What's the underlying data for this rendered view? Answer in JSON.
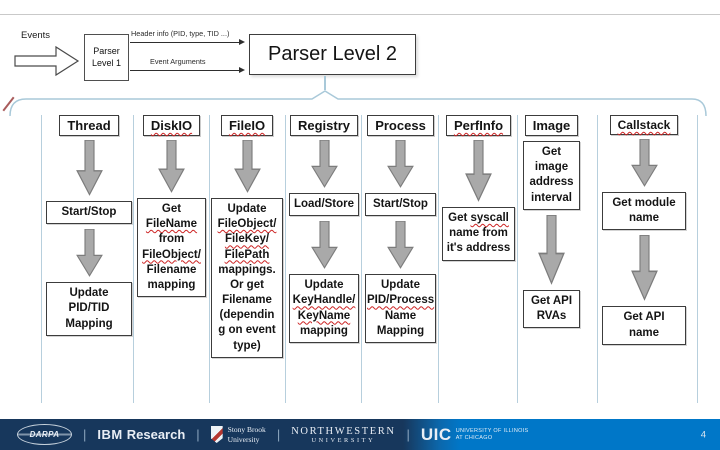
{
  "top_flow": {
    "events_label": "Events",
    "parser1_label": "Parser Level 1",
    "arrow1_label": "Header info (PID, type, TID ...)",
    "arrow2_label": "Event Arguments",
    "parser2_label": "Parser Level 2"
  },
  "columns": [
    {
      "id": "thread",
      "header": {
        "text": "Thread",
        "marked": false
      },
      "nodes": [
        {
          "type": "arrow"
        },
        {
          "type": "box",
          "lines": [
            [
              {
                "t": "Start/Stop"
              }
            ]
          ]
        },
        {
          "type": "arrow"
        },
        {
          "type": "box",
          "lines": [
            [
              {
                "t": "Update"
              }
            ],
            [
              {
                "t": "PID/TID"
              }
            ],
            [
              {
                "t": "Mapping"
              }
            ]
          ]
        }
      ]
    },
    {
      "id": "diskio",
      "header": {
        "text": "DiskIO",
        "marked": true
      },
      "nodes": [
        {
          "type": "arrow"
        },
        {
          "type": "box",
          "lines": [
            [
              {
                "t": "Get"
              }
            ],
            [
              {
                "t": "FileName",
                "m": true
              }
            ],
            [
              {
                "t": "from"
              }
            ],
            [
              {
                "t": "FileObject/",
                "m": true
              }
            ],
            [
              {
                "t": "Filename"
              }
            ],
            [
              {
                "t": "mapping"
              }
            ]
          ]
        }
      ]
    },
    {
      "id": "fileio",
      "header": {
        "text": "FileIO",
        "marked": true
      },
      "nodes": [
        {
          "type": "arrow"
        },
        {
          "type": "box",
          "lines": [
            [
              {
                "t": "Update"
              }
            ],
            [
              {
                "t": "FileObject/",
                "m": true
              }
            ],
            [
              {
                "t": "FileKey/",
                "m": true
              }
            ],
            [
              {
                "t": "FilePath",
                "m": true
              }
            ],
            [
              {
                "t": "mappings."
              }
            ],
            [
              {
                "t": "Or get"
              }
            ],
            [
              {
                "t": "Filename"
              }
            ],
            [
              {
                "t": "(dependin"
              }
            ],
            [
              {
                "t": "g on event"
              }
            ],
            [
              {
                "t": "type)"
              }
            ]
          ]
        }
      ]
    },
    {
      "id": "registry",
      "header": {
        "text": "Registry",
        "marked": false
      },
      "nodes": [
        {
          "type": "arrow"
        },
        {
          "type": "box",
          "lines": [
            [
              {
                "t": "Load/Store"
              }
            ]
          ]
        },
        {
          "type": "arrow"
        },
        {
          "type": "box",
          "lines": [
            [
              {
                "t": "Update"
              }
            ],
            [
              {
                "t": "KeyHandle/",
                "m": true
              }
            ],
            [
              {
                "t": "KeyName",
                "m": true
              }
            ],
            [
              {
                "t": "mapping"
              }
            ]
          ]
        }
      ]
    },
    {
      "id": "process",
      "header": {
        "text": "Process",
        "marked": false
      },
      "nodes": [
        {
          "type": "arrow"
        },
        {
          "type": "box",
          "lines": [
            [
              {
                "t": "Start/Stop"
              }
            ]
          ]
        },
        {
          "type": "arrow"
        },
        {
          "type": "box",
          "lines": [
            [
              {
                "t": "Update"
              }
            ],
            [
              {
                "t": "PID/Process",
                "m": true
              }
            ],
            [
              {
                "t": "Name"
              }
            ],
            [
              {
                "t": "Mapping"
              }
            ]
          ]
        }
      ]
    },
    {
      "id": "perfinfo",
      "header": {
        "text": "PerfInfo",
        "marked": true
      },
      "nodes": [
        {
          "type": "arrow"
        },
        {
          "type": "box",
          "lines": [
            [
              {
                "t": "Get "
              },
              {
                "t": "syscall",
                "m": true
              }
            ],
            [
              {
                "t": "name from"
              }
            ],
            [
              {
                "t": "it's address"
              }
            ]
          ]
        }
      ]
    },
    {
      "id": "image",
      "header": {
        "text": "Image",
        "marked": false
      },
      "nodes": [
        {
          "type": "box",
          "lines": [
            [
              {
                "t": "Get"
              }
            ],
            [
              {
                "t": "image"
              }
            ],
            [
              {
                "t": "address"
              }
            ],
            [
              {
                "t": "interval"
              }
            ]
          ]
        },
        {
          "type": "arrow"
        },
        {
          "type": "box",
          "lines": [
            [
              {
                "t": "Get API"
              }
            ],
            [
              {
                "t": "RVAs"
              }
            ]
          ]
        }
      ]
    },
    {
      "id": "callstack",
      "header": {
        "text": "Callstack",
        "marked": true
      },
      "nodes": [
        {
          "type": "arrow"
        },
        {
          "type": "box",
          "lines": [
            [
              {
                "t": "Get module"
              }
            ],
            [
              {
                "t": "name"
              }
            ]
          ]
        },
        {
          "type": "arrow"
        },
        {
          "type": "box",
          "lines": [
            [
              {
                "t": "Get API"
              }
            ],
            [
              {
                "t": "name"
              }
            ]
          ]
        }
      ]
    }
  ],
  "footer": {
    "darpa": "DARPA",
    "ibm_logo": "IBM",
    "ibm_name": "Research",
    "stonybrook_line1": "Stony Brook",
    "stonybrook_line2": "University",
    "northwestern_line1": "NORTHWESTERN",
    "northwestern_line2": "UNIVERSITY",
    "uic_logo": "UIC",
    "uic_line1": "UNIVERSITY OF ILLINOIS",
    "uic_line2": "AT CHICAGO",
    "page_number": "4"
  },
  "colors": {
    "footer_navy": "#17375c",
    "footer_bright_blue": "#0077c8",
    "brace_blue": "#a9c9d9",
    "separator_blue": "#b7cfdd",
    "arrow_fill": "#a9a9a9",
    "arrow_stroke": "#7c7c7c",
    "spellcheck_red": "#cc2222"
  }
}
